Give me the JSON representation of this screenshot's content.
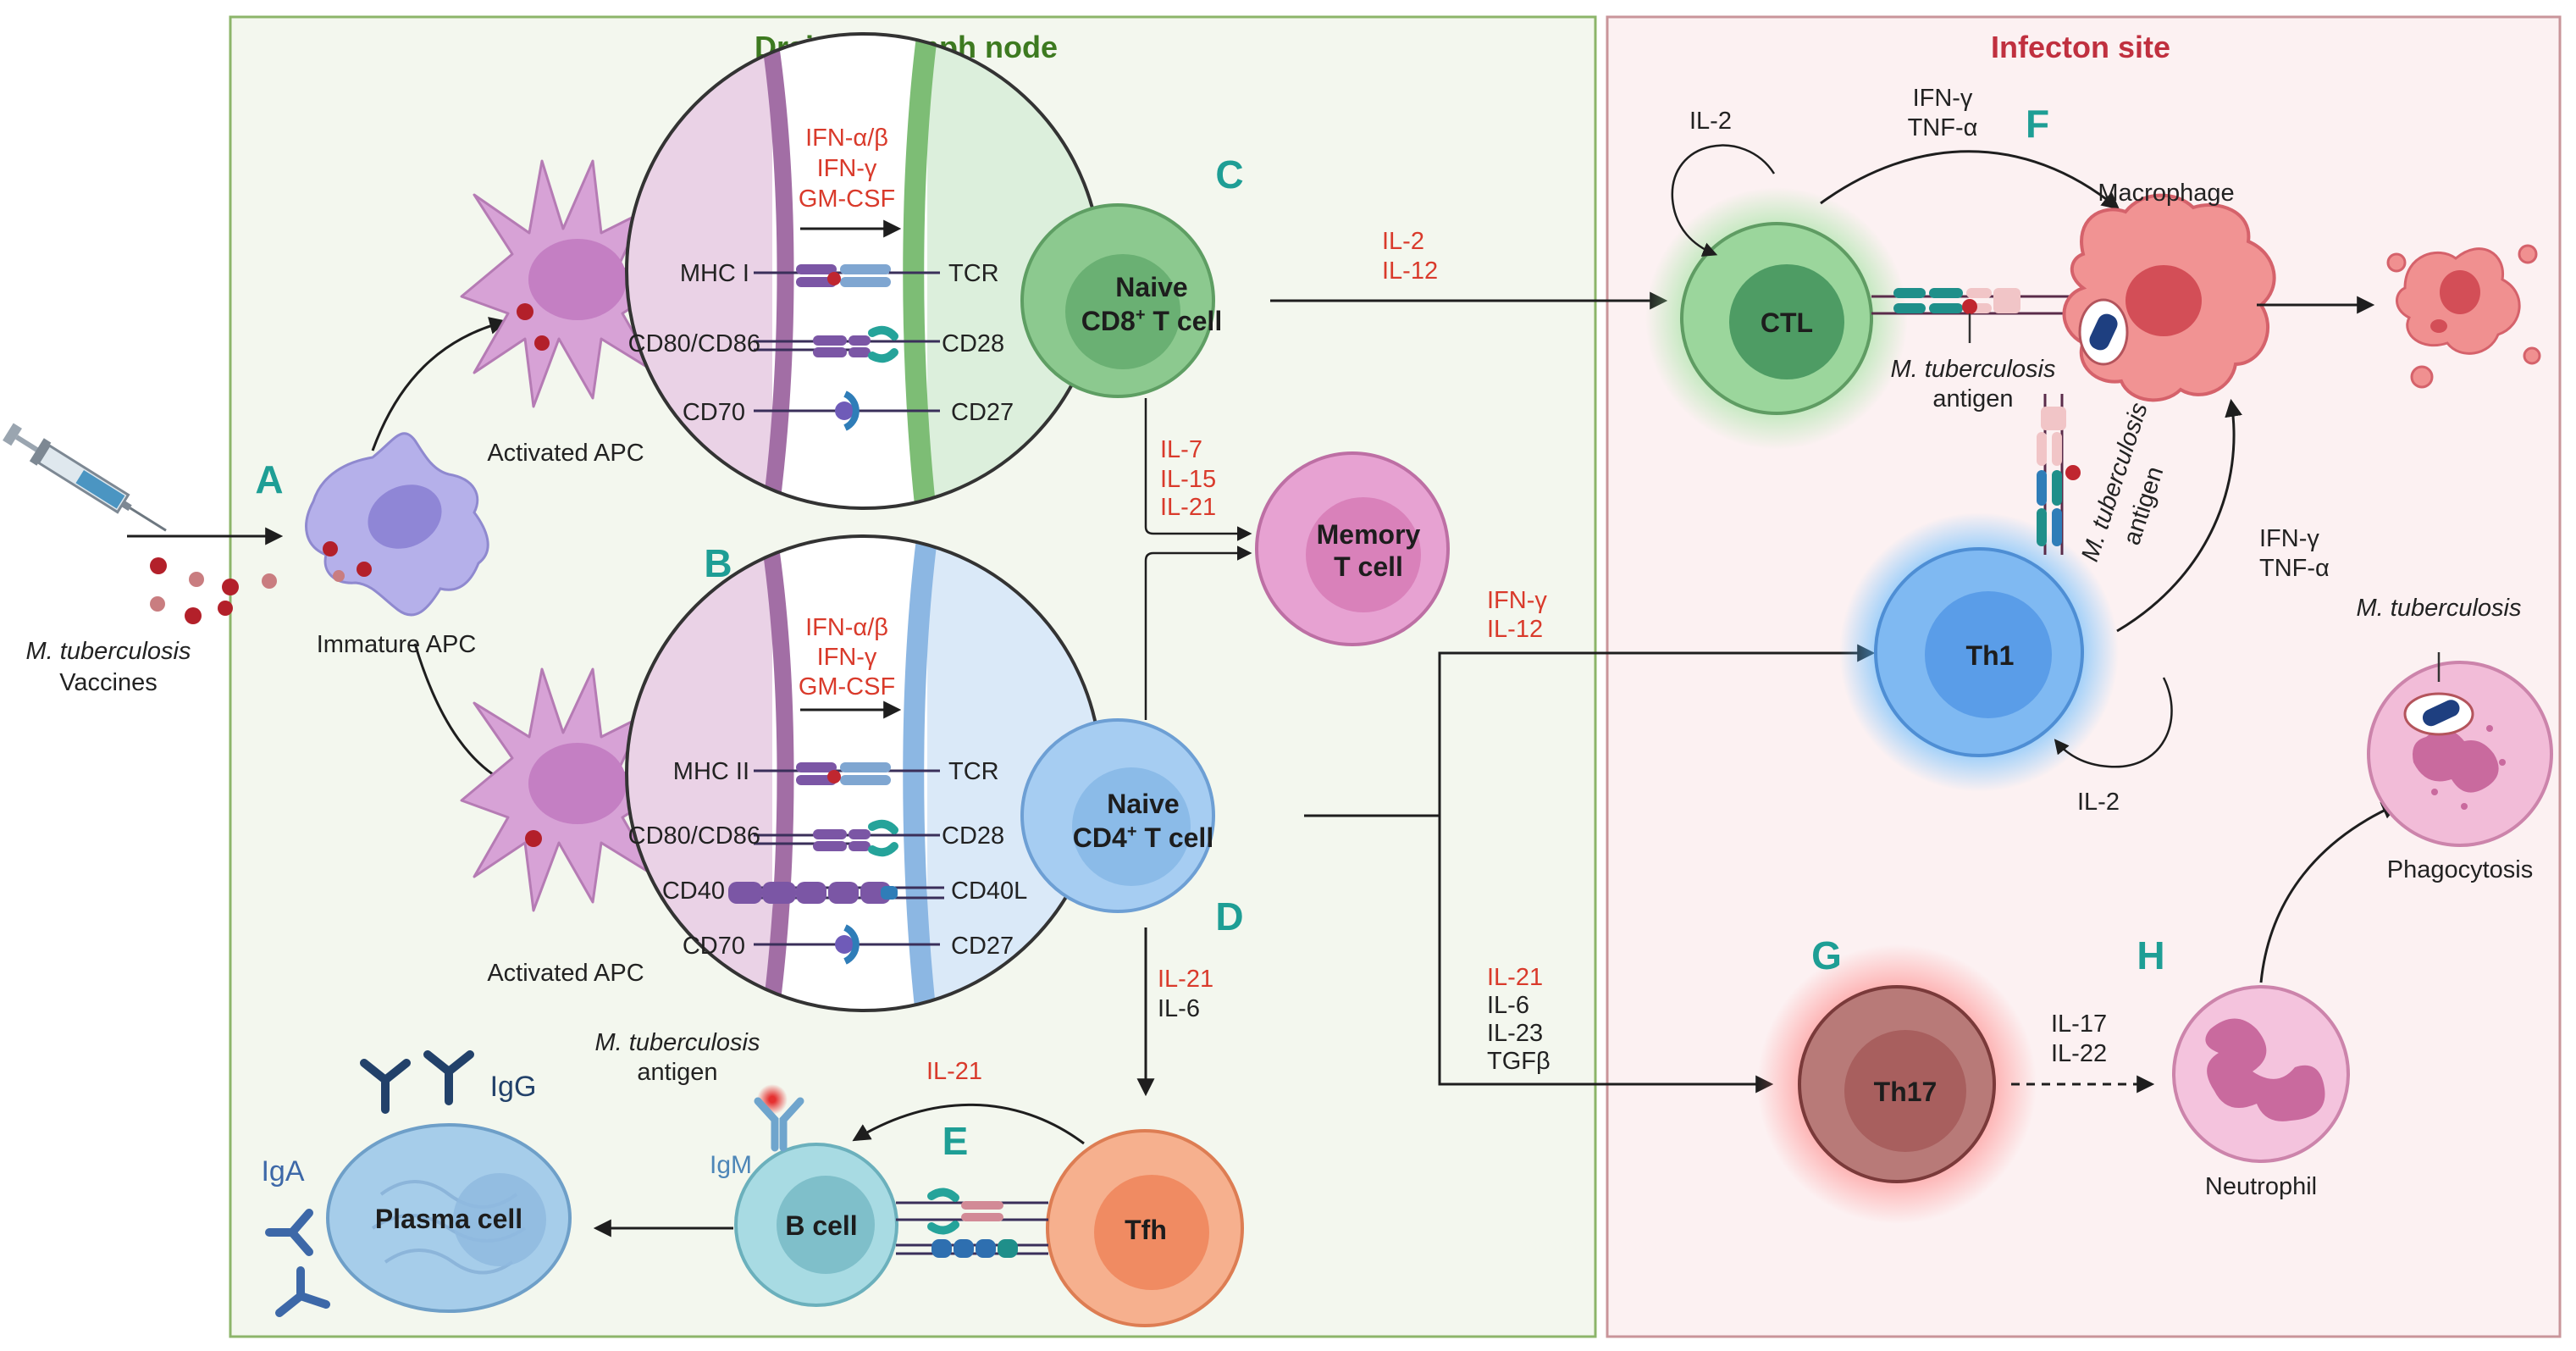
{
  "colors": {
    "lymph_border": "#8cb56a",
    "lymph_bg": "#f3f7ee",
    "infection_border": "#c9959a",
    "infection_bg": "#fcf1f2",
    "lymph_title": "#3d7a20",
    "infection_title": "#c0303f",
    "panel_letter": "#1e9e95",
    "cytokine_red": "#d93a2b"
  },
  "titles": {
    "lymph_node": "Draining lymph node",
    "infection_site": "Infecton site"
  },
  "panels": {
    "A": "A",
    "B": "B",
    "C": "C",
    "D": "D",
    "E": "E",
    "F": "F",
    "G": "G",
    "H": "H"
  },
  "vaccine": {
    "line1": "M. tuberculosis",
    "line2": "Vaccines"
  },
  "apc": {
    "immature": "Immature APC",
    "activated_top": "Activated APC",
    "activated_bottom": "Activated APC"
  },
  "synapse_c": {
    "cytokines": [
      "IFN-α/β",
      "IFN-γ",
      "GM-CSF"
    ],
    "left": [
      "MHC I",
      "CD80/CD86",
      "CD70"
    ],
    "right": [
      "TCR",
      "CD28",
      "CD27"
    ]
  },
  "synapse_b": {
    "cytokines": [
      "IFN-α/β",
      "IFN-γ",
      "GM-CSF"
    ],
    "left": [
      "MHC II",
      "CD80/CD86",
      "CD40",
      "CD70"
    ],
    "right": [
      "TCR",
      "CD28",
      "CD40L",
      "CD27"
    ]
  },
  "cells": {
    "naive_cd8": {
      "line1": "Naive",
      "line2_pre": "CD8",
      "sup": "+",
      "line2_post": " T cell"
    },
    "naive_cd4": {
      "line1": "Naive",
      "line2_pre": "CD4",
      "sup": "+",
      "line2_post": " T cell"
    },
    "memory": {
      "line1": "Memory",
      "line2": "T cell"
    },
    "ctl": "CTL",
    "th1": "Th1",
    "th17": "Th17",
    "tfh": "Tfh",
    "bcell": "B cell",
    "plasma": "Plasma cell",
    "macrophage": "Macrophage",
    "neutrophil": "Neutrophil",
    "phagocytosis": "Phagocytosis"
  },
  "cytokines": {
    "cd8_to_ctl": [
      "IL-2",
      "IL-12"
    ],
    "to_memory": [
      "IL-7",
      "IL-15",
      "IL-21"
    ],
    "to_th1": [
      "IFN-γ",
      "IL-12"
    ],
    "to_tfh": {
      "red": "IL-21",
      "black": "IL-6"
    },
    "to_th17": {
      "red": "IL-21",
      "black": [
        "IL-6",
        "IL-23",
        "TGFβ"
      ]
    },
    "tfh_to_bcell": "IL-21",
    "ctl_self": "IL-2",
    "ctl_to_macrophage": [
      "IFN-γ",
      "TNF-α"
    ],
    "th1_to_macrophage": [
      "IFN-γ",
      "TNF-α"
    ],
    "th1_self": "IL-2",
    "th17_to_neutrophil": [
      "IL-17",
      "IL-22"
    ]
  },
  "antigens": {
    "ctl_antigen": {
      "line1": "M. tuberculosis",
      "line2": "antigen"
    },
    "th1_antigen": {
      "line1": "M. tuberculosis",
      "line2": "antigen"
    },
    "bcell_antigen": {
      "line1": "M. tuberculosis",
      "line2": "antigen"
    },
    "neutrophil_mtb": "M. tuberculosis"
  },
  "antibodies": {
    "igg": "IgG",
    "iga": "IgA",
    "igm": "IgM"
  }
}
